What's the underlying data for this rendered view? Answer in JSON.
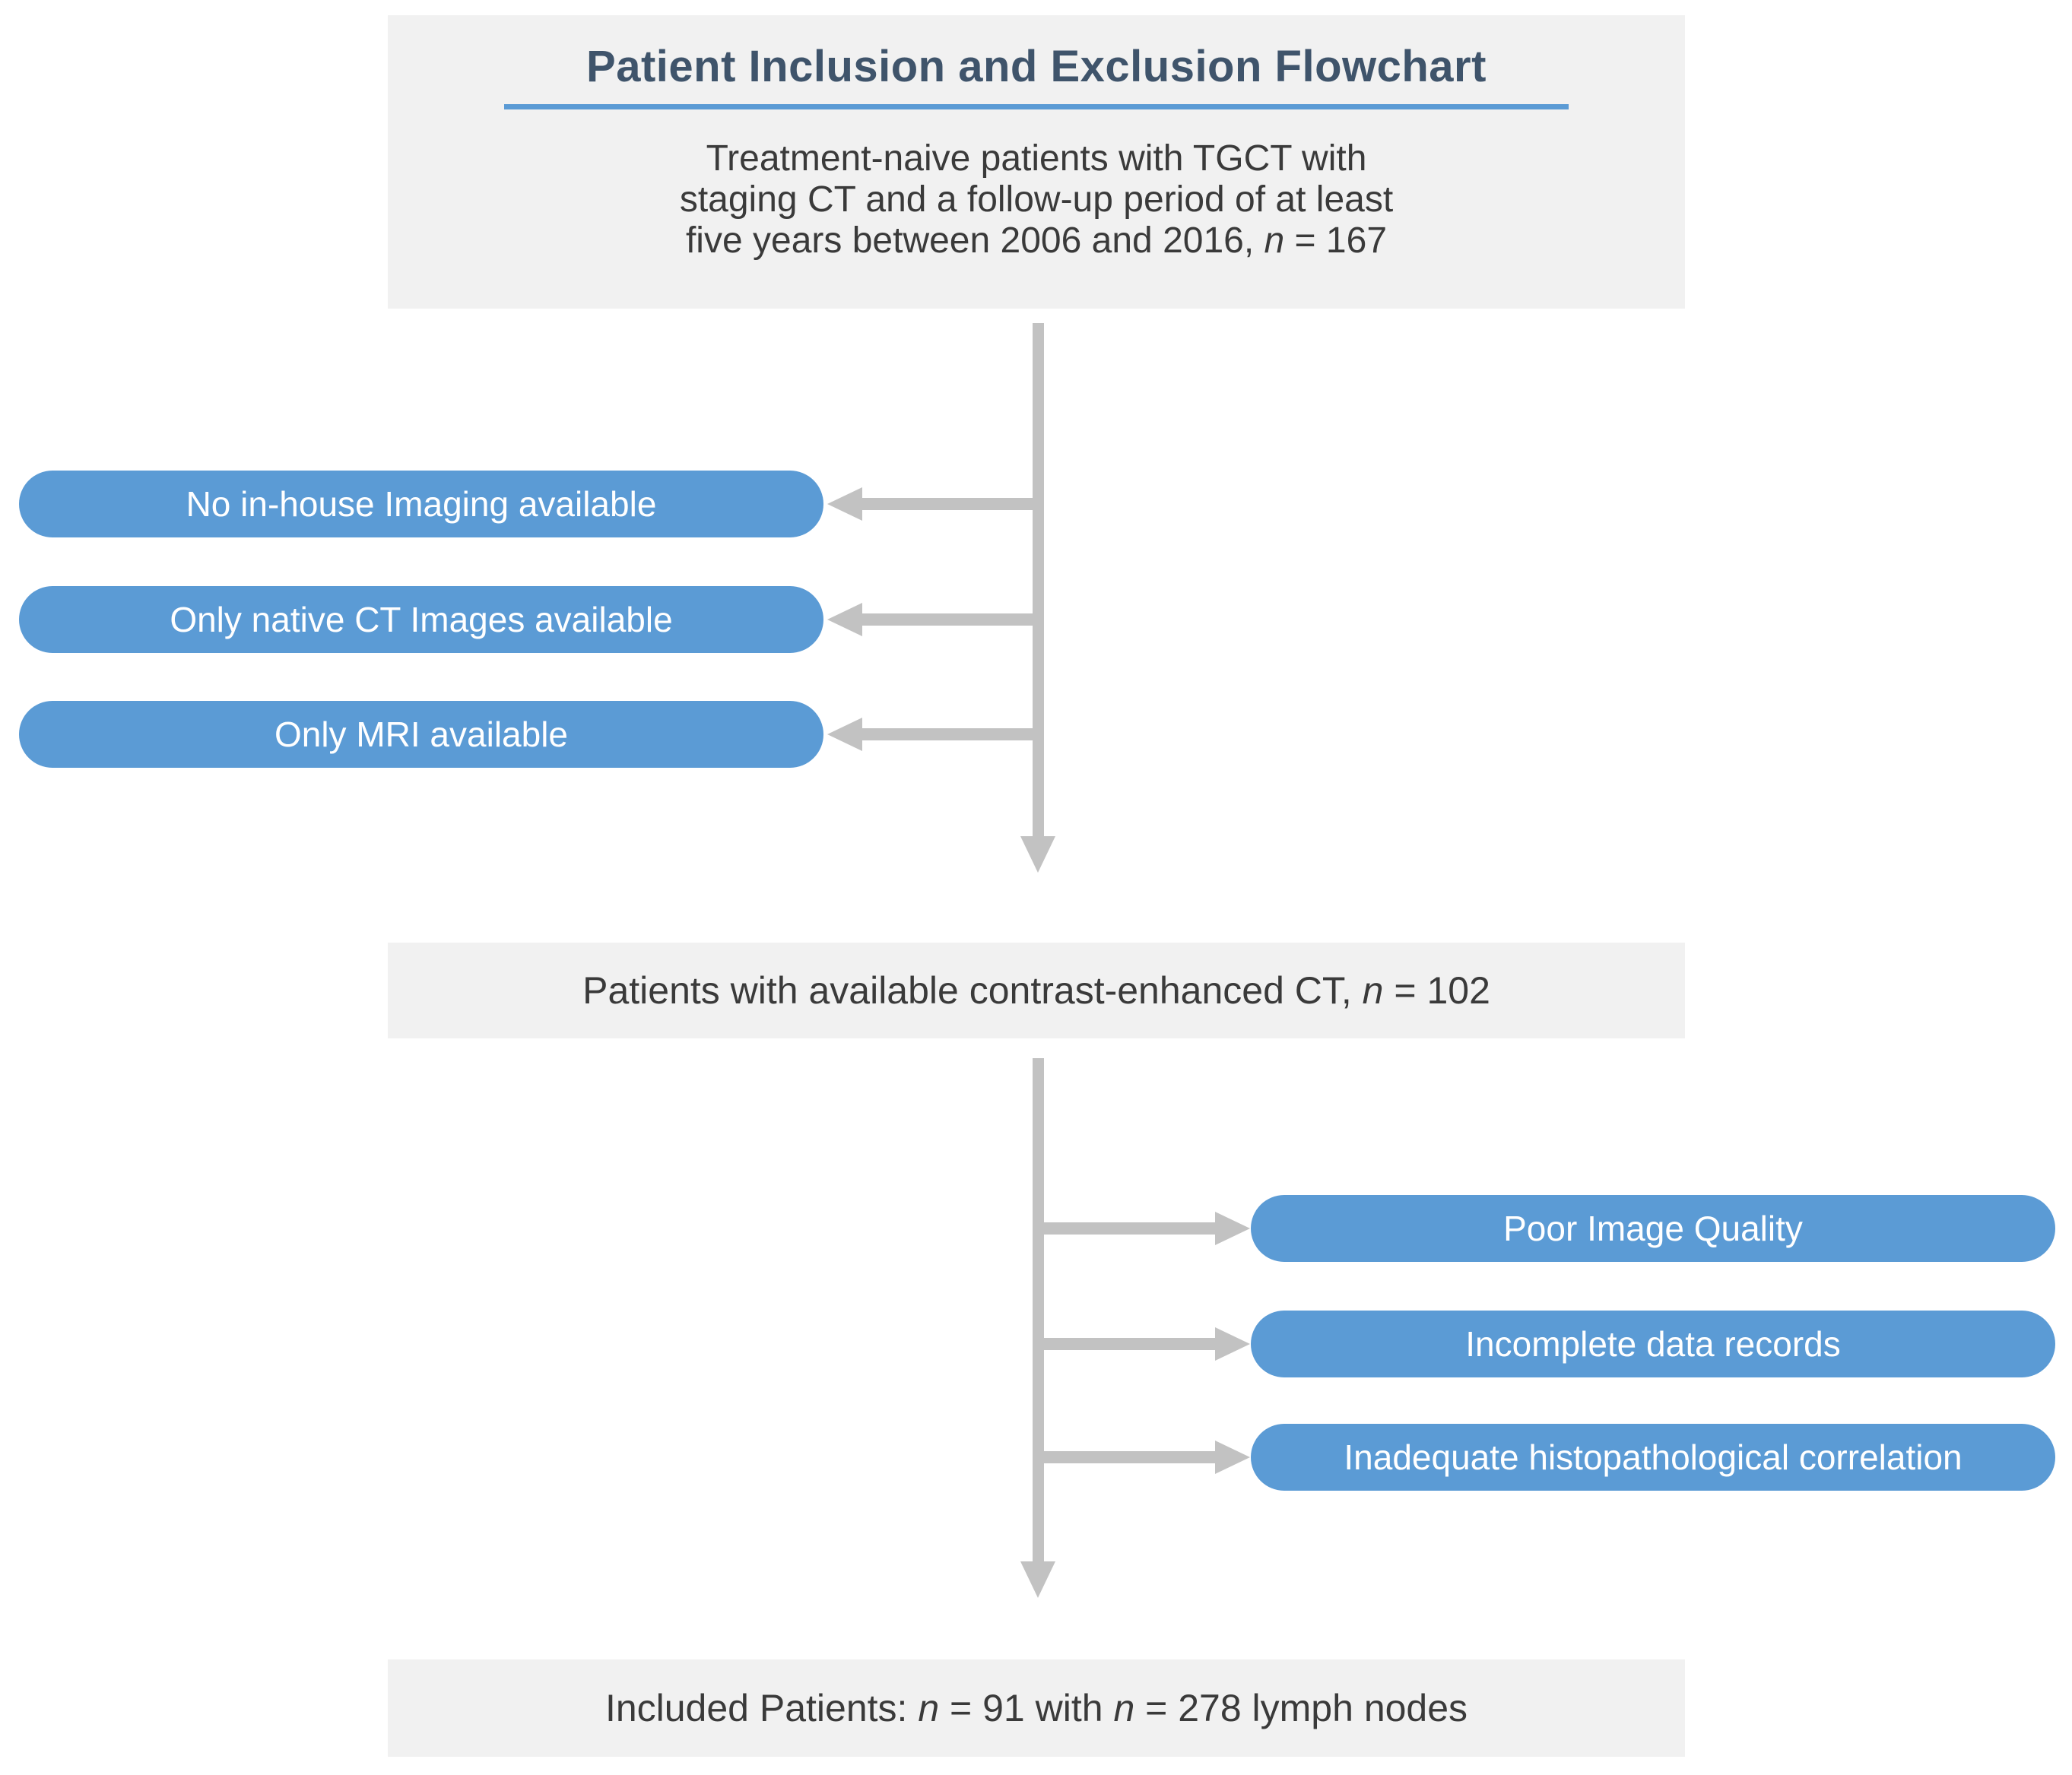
{
  "top_box": {
    "title": "Patient Inclusion and Exclusion Flowchart",
    "line1": "Treatment-naive patients with TGCT with",
    "line2": "staging CT and a follow-up period of at least",
    "line3_segments": [
      "five years between 2006 and 2016, ",
      "n",
      " = 167"
    ],
    "n": 167
  },
  "left_exclusions": [
    "No in-house Imaging available",
    "Only native CT Images available",
    "Only MRI available"
  ],
  "middle_box": {
    "segments": [
      "Patients with available contrast-enhanced CT, ",
      "n",
      " = 102"
    ],
    "n": 102
  },
  "right_exclusions": [
    "Poor Image Quality",
    "Incomplete data records",
    "Inadequate histopathological correlation"
  ],
  "bottom_box": {
    "segments": [
      "Included Patients: ",
      "n",
      " = 91 with ",
      "n",
      " = 278 lymph nodes"
    ],
    "patients": 91,
    "lymph_nodes": 278
  },
  "colors": {
    "pill_blue": "#5b9bd5",
    "box_gray": "#f1f1f1",
    "arrow_gray": "#c2c2c2",
    "title_color": "#3f546b",
    "underline_blue": "#5b9bd5",
    "body_text": "#3a3a3a",
    "pill_text": "#ffffff"
  }
}
